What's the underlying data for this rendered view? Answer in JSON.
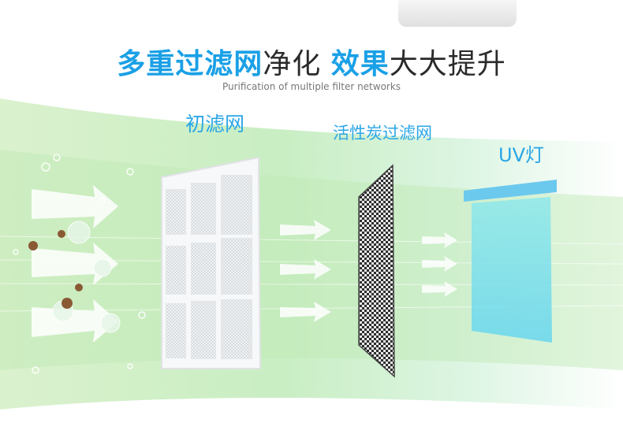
{
  "title": {
    "part_blue1": "多重过滤网",
    "part_dark1": "净化  ",
    "part_blue2": "效果",
    "part_dark2": "大大提升"
  },
  "subtitle": "Purification of multiple filter networks",
  "filters": [
    {
      "name": "初滤网"
    },
    {
      "name": "活性炭过滤网"
    },
    {
      "name": "UV灯"
    }
  ],
  "colors": {
    "accent_blue": "#1aa0e6",
    "green_flow": "#a8e2a0",
    "uv_cyan": "#7fe3e8"
  },
  "icons": [
    "arrow-right-icon",
    "bacteria-icon",
    "dust-particle-icon",
    "bubble-icon"
  ]
}
